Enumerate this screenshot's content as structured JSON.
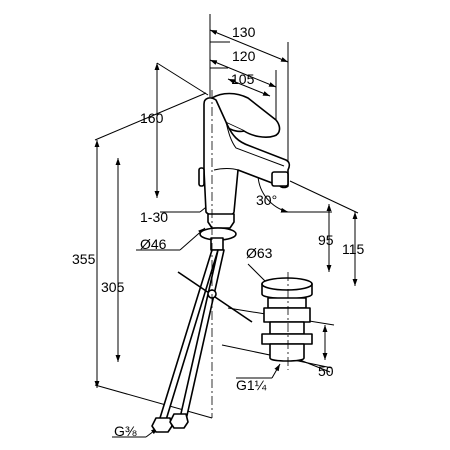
{
  "dimensions": {
    "width_130": "130",
    "width_120": "120",
    "width_105": "105",
    "height_160": "160",
    "range_1_30": "1-30",
    "diameter_46": "Ø46",
    "angle_30": "30°",
    "height_95": "95",
    "height_115": "115",
    "height_355": "355",
    "height_305": "305",
    "diameter_63": "Ø63",
    "thread_g1_1_4": "G1¼",
    "height_50": "50",
    "thread_g3_8": "G⅜"
  },
  "colors": {
    "line": "#000000",
    "background": "#ffffff"
  }
}
